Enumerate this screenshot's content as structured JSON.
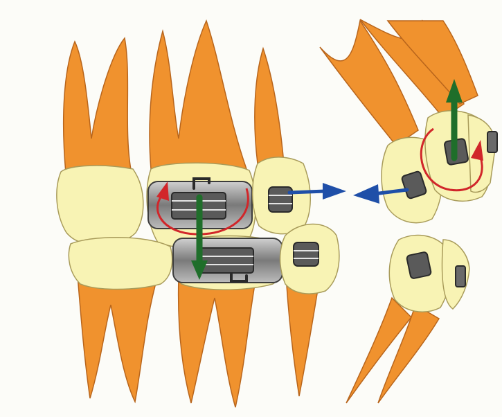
{
  "colors": {
    "root_fill": "#f0922e",
    "root_stroke": "#b8651c",
    "crown_fill": "#f8f3b4",
    "crown_stroke": "#a89b5a",
    "band_fill": "#8a8a8a",
    "band_dark": "#3d3d3d",
    "bracket_fill": "#5a5a5a",
    "arrow_green": "#1f6e2a",
    "arrow_blue": "#1f4fa8",
    "arrow_red": "#d1262a"
  },
  "icons": {
    "teeth": "molar-premolar-canine-illustration",
    "bands": "orthodontic-molar-band",
    "brackets": "orthodontic-bracket",
    "green_arrow": "extrusion-intrusion-arrow",
    "blue_arrow": "space-closure-arrow",
    "red_arrow": "rotation-arrow"
  }
}
